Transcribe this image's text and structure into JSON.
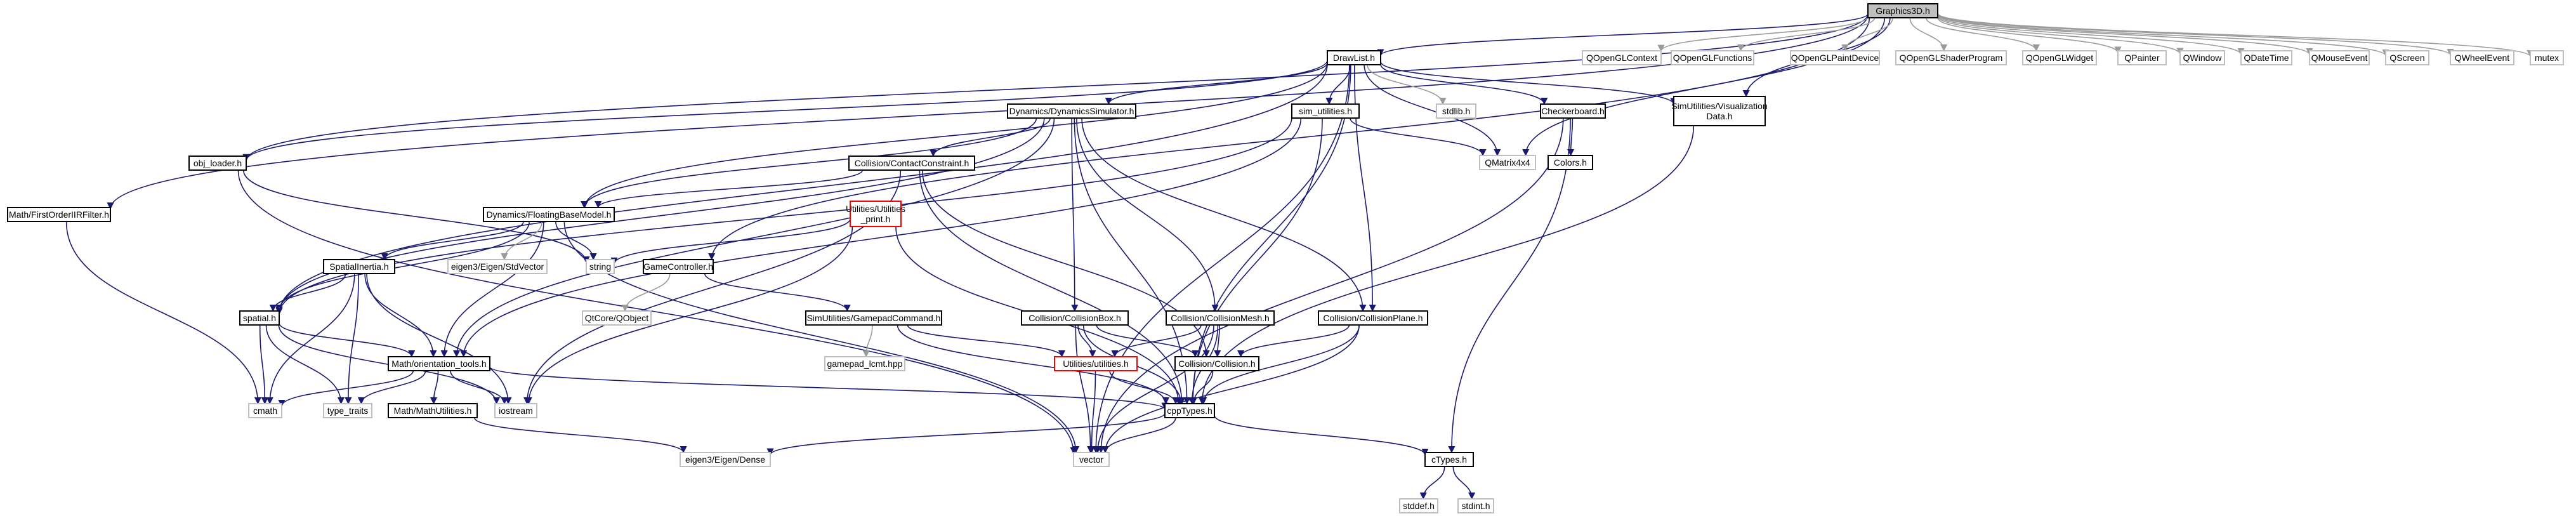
{
  "colors": {
    "edge": "#191970",
    "edge_gray": "#9a9a9a",
    "node_border": "#000000",
    "missing_border": "#bfbfbf",
    "red_border": "#ff0000",
    "root_fill": "#bfbfbf",
    "node_fill": "#ffffff"
  },
  "nodes": [
    {
      "id": "graphics3d",
      "label": "Graphics3D.h",
      "style": "root"
    },
    {
      "id": "drawlist",
      "label": "DrawList.h",
      "style": "normal"
    },
    {
      "id": "firstorder",
      "label": "Math/FirstOrderIIRFilter.h",
      "style": "normal"
    },
    {
      "id": "objloader",
      "label": "obj_loader.h",
      "style": "normal"
    },
    {
      "id": "gamecontroller",
      "label": "GameController.h",
      "style": "normal"
    },
    {
      "id": "qopenglcontext",
      "label": "QOpenGLContext",
      "style": "missing"
    },
    {
      "id": "qopenglfunctions",
      "label": "QOpenGLFunctions",
      "style": "missing"
    },
    {
      "id": "qopenglpaintdevice",
      "label": "QOpenGLPaintDevice",
      "style": "missing"
    },
    {
      "id": "qopenglshaderprogram",
      "label": "QOpenGLShaderProgram",
      "style": "missing"
    },
    {
      "id": "qopenglwidget",
      "label": "QOpenGLWidget",
      "style": "missing"
    },
    {
      "id": "qpainter",
      "label": "QPainter",
      "style": "missing"
    },
    {
      "id": "qwindow",
      "label": "QWindow",
      "style": "missing"
    },
    {
      "id": "qdatetime",
      "label": "QDateTime",
      "style": "missing"
    },
    {
      "id": "qmouseevent",
      "label": "QMouseEvent",
      "style": "missing"
    },
    {
      "id": "qscreen",
      "label": "QScreen",
      "style": "missing"
    },
    {
      "id": "qwheelevent",
      "label": "QWheelEvent",
      "style": "missing"
    },
    {
      "id": "mutex",
      "label": "mutex",
      "style": "missing"
    },
    {
      "id": "dynsim",
      "label": "Dynamics/DynamicsSimulator.h",
      "style": "normal"
    },
    {
      "id": "simutil",
      "label": "sim_utilities.h",
      "style": "normal"
    },
    {
      "id": "stdlib",
      "label": "stdlib.h",
      "style": "missing"
    },
    {
      "id": "checkerboard",
      "label": "Checkerboard.h",
      "style": "normal"
    },
    {
      "id": "visdata",
      "label": "SimUtilities/Visualization Data.h",
      "style": "normal"
    },
    {
      "id": "qmatrix4x4",
      "label": "QMatrix4x4",
      "style": "missing"
    },
    {
      "id": "colors",
      "label": "Colors.h",
      "style": "normal"
    },
    {
      "id": "contactconstraint",
      "label": "Collision/ContactConstraint.h",
      "style": "normal"
    },
    {
      "id": "utilprint",
      "label": "Utilities/Utilities _print.h",
      "style": "red"
    },
    {
      "id": "floatingbase",
      "label": "Dynamics/FloatingBaseModel.h",
      "style": "normal"
    },
    {
      "id": "string",
      "label": "string",
      "style": "missing"
    },
    {
      "id": "spatialinertia",
      "label": "SpatialInertia.h",
      "style": "normal"
    },
    {
      "id": "stdvector",
      "label": "eigen3/Eigen/StdVector",
      "style": "missing"
    },
    {
      "id": "qobject",
      "label": "QtCore/QObject",
      "style": "missing"
    },
    {
      "id": "spatial",
      "label": "spatial.h",
      "style": "normal"
    },
    {
      "id": "gamepad",
      "label": "SimUtilities/GamepadCommand.h",
      "style": "normal"
    },
    {
      "id": "gamepadlcm",
      "label": "gamepad_lcmt.hpp",
      "style": "missing"
    },
    {
      "id": "collbox",
      "label": "Collision/CollisionBox.h",
      "style": "normal"
    },
    {
      "id": "collmesh",
      "label": "Collision/CollisionMesh.h",
      "style": "normal"
    },
    {
      "id": "collplane",
      "label": "Collision/CollisionPlane.h",
      "style": "normal"
    },
    {
      "id": "utilities",
      "label": "Utilities/utilities.h",
      "style": "red"
    },
    {
      "id": "collision",
      "label": "Collision/Collision.h",
      "style": "normal"
    },
    {
      "id": "orientation",
      "label": "Math/orientation_tools.h",
      "style": "normal"
    },
    {
      "id": "cmath",
      "label": "cmath",
      "style": "missing"
    },
    {
      "id": "typetraits",
      "label": "type_traits",
      "style": "missing"
    },
    {
      "id": "mathutil",
      "label": "Math/MathUtilities.h",
      "style": "normal"
    },
    {
      "id": "iostream",
      "label": "iostream",
      "style": "missing"
    },
    {
      "id": "cpptypes",
      "label": "cppTypes.h",
      "style": "normal"
    },
    {
      "id": "eigendense",
      "label": "eigen3/Eigen/Dense",
      "style": "missing"
    },
    {
      "id": "vector",
      "label": "vector",
      "style": "missing"
    },
    {
      "id": "ctypes",
      "label": "cTypes.h",
      "style": "normal"
    },
    {
      "id": "stddef",
      "label": "stddef.h",
      "style": "missing"
    },
    {
      "id": "stdint",
      "label": "stdint.h",
      "style": "missing"
    }
  ],
  "edges": [
    [
      "graphics3d",
      "drawlist"
    ],
    [
      "graphics3d",
      "firstorder"
    ],
    [
      "graphics3d",
      "objloader"
    ],
    [
      "graphics3d",
      "gamecontroller"
    ],
    [
      "graphics3d",
      "qmatrix4x4"
    ],
    [
      "graphics3d",
      "visdata"
    ],
    [
      "graphics3d",
      "qopenglcontext"
    ],
    [
      "graphics3d",
      "qopenglfunctions"
    ],
    [
      "graphics3d",
      "qopenglpaintdevice"
    ],
    [
      "graphics3d",
      "qopenglshaderprogram"
    ],
    [
      "graphics3d",
      "qopenglwidget"
    ],
    [
      "graphics3d",
      "qpainter"
    ],
    [
      "graphics3d",
      "qwindow"
    ],
    [
      "graphics3d",
      "qdatetime"
    ],
    [
      "graphics3d",
      "qmouseevent"
    ],
    [
      "graphics3d",
      "qscreen"
    ],
    [
      "graphics3d",
      "qwheelevent"
    ],
    [
      "graphics3d",
      "mutex"
    ],
    [
      "drawlist",
      "dynsim"
    ],
    [
      "drawlist",
      "simutil"
    ],
    [
      "drawlist",
      "stdlib"
    ],
    [
      "drawlist",
      "checkerboard"
    ],
    [
      "drawlist",
      "visdata"
    ],
    [
      "drawlist",
      "qmatrix4x4"
    ],
    [
      "drawlist",
      "objloader"
    ],
    [
      "drawlist",
      "spatial"
    ],
    [
      "drawlist",
      "collplane"
    ],
    [
      "drawlist",
      "cpptypes"
    ],
    [
      "drawlist",
      "vector"
    ],
    [
      "drawlist",
      "floatingbase"
    ],
    [
      "dynsim",
      "contactconstraint"
    ],
    [
      "dynsim",
      "floatingbase"
    ],
    [
      "dynsim",
      "collbox"
    ],
    [
      "dynsim",
      "collmesh"
    ],
    [
      "dynsim",
      "collplane"
    ],
    [
      "dynsim",
      "cpptypes"
    ],
    [
      "dynsim",
      "spatial"
    ],
    [
      "dynsim",
      "orientation"
    ],
    [
      "simutil",
      "qmatrix4x4"
    ],
    [
      "simutil",
      "cpptypes"
    ],
    [
      "simutil",
      "spatial"
    ],
    [
      "simutil",
      "orientation"
    ],
    [
      "checkerboard",
      "colors"
    ],
    [
      "checkerboard",
      "ctypes"
    ],
    [
      "checkerboard",
      "vector"
    ],
    [
      "visdata",
      "cpptypes"
    ],
    [
      "objloader",
      "string"
    ],
    [
      "objloader",
      "vector"
    ],
    [
      "contactconstraint",
      "floatingbase"
    ],
    [
      "contactconstraint",
      "iostream"
    ],
    [
      "contactconstraint",
      "collision"
    ],
    [
      "contactconstraint",
      "cpptypes"
    ],
    [
      "utilprint",
      "string"
    ],
    [
      "utilprint",
      "iostream"
    ],
    [
      "utilprint",
      "cpptypes"
    ],
    [
      "floatingbase",
      "spatialinertia"
    ],
    [
      "floatingbase",
      "stdvector"
    ],
    [
      "floatingbase",
      "string"
    ],
    [
      "floatingbase",
      "spatial"
    ],
    [
      "floatingbase",
      "orientation"
    ],
    [
      "floatingbase",
      "vector"
    ],
    [
      "gamecontroller",
      "qobject"
    ],
    [
      "gamecontroller",
      "gamepad"
    ],
    [
      "spatialinertia",
      "spatial"
    ],
    [
      "spatialinertia",
      "orientation"
    ],
    [
      "spatialinertia",
      "cmath"
    ],
    [
      "spatialinertia",
      "typetraits"
    ],
    [
      "spatialinertia",
      "iostream"
    ],
    [
      "spatial",
      "orientation"
    ],
    [
      "spatial",
      "cmath"
    ],
    [
      "spatial",
      "typetraits"
    ],
    [
      "spatial",
      "iostream"
    ],
    [
      "gamepad",
      "gamepadlcm"
    ],
    [
      "gamepad",
      "utilities"
    ],
    [
      "gamepad",
      "cpptypes"
    ],
    [
      "collbox",
      "utilities"
    ],
    [
      "collbox",
      "collision"
    ],
    [
      "collbox",
      "cpptypes"
    ],
    [
      "collbox",
      "vector"
    ],
    [
      "collmesh",
      "utilities"
    ],
    [
      "collmesh",
      "collision"
    ],
    [
      "collmesh",
      "cpptypes"
    ],
    [
      "collmesh",
      "vector"
    ],
    [
      "collplane",
      "collision"
    ],
    [
      "collplane",
      "cpptypes"
    ],
    [
      "collplane",
      "vector"
    ],
    [
      "utilities",
      "cpptypes"
    ],
    [
      "utilities",
      "vector"
    ],
    [
      "collision",
      "cpptypes"
    ],
    [
      "orientation",
      "mathutil"
    ],
    [
      "orientation",
      "cmath"
    ],
    [
      "orientation",
      "typetraits"
    ],
    [
      "orientation",
      "iostream"
    ],
    [
      "orientation",
      "cpptypes"
    ],
    [
      "mathutil",
      "eigendense"
    ],
    [
      "cpptypes",
      "eigendense"
    ],
    [
      "cpptypes",
      "vector"
    ],
    [
      "cpptypes",
      "ctypes"
    ],
    [
      "ctypes",
      "stddef"
    ],
    [
      "ctypes",
      "stdint"
    ],
    [
      "firstorder",
      "cmath"
    ]
  ]
}
